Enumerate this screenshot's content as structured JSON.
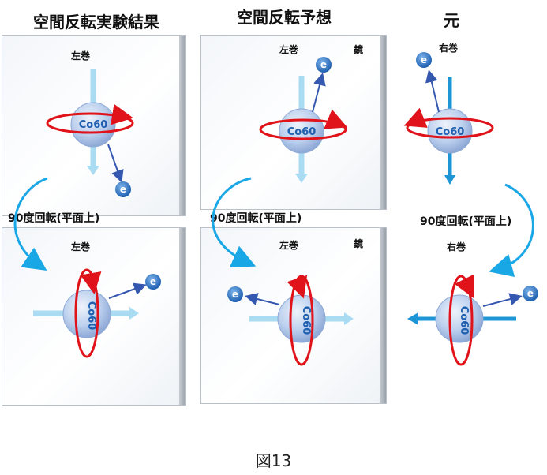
{
  "titles": {
    "left": "空間反転実験結果",
    "middle": "空間反転予想",
    "right": "元"
  },
  "labels": {
    "left_top_hand": "左巻",
    "left_bottom_hand": "左巻",
    "mid_top_hand": "左巻",
    "mid_top_mirror": "鏡",
    "mid_bottom_hand": "左巻",
    "mid_bottom_mirror": "鏡",
    "right_top_hand": "右巻",
    "right_bottom_hand": "右巻"
  },
  "rotation": {
    "left": "90度回転(平面上)",
    "middle": "90度回転(平面上)",
    "right": "90度回転(平面上)"
  },
  "nucleus_label": "Co60",
  "electron_label": "e",
  "caption": "図13",
  "colors": {
    "spin_loop": "#e0121a",
    "curved_arrow": "#1aa7e6",
    "electron_arrow": "#3457b0",
    "axis_arrow_light": "#a9dcf2",
    "axis_arrow_strong": "#1e95d4"
  }
}
